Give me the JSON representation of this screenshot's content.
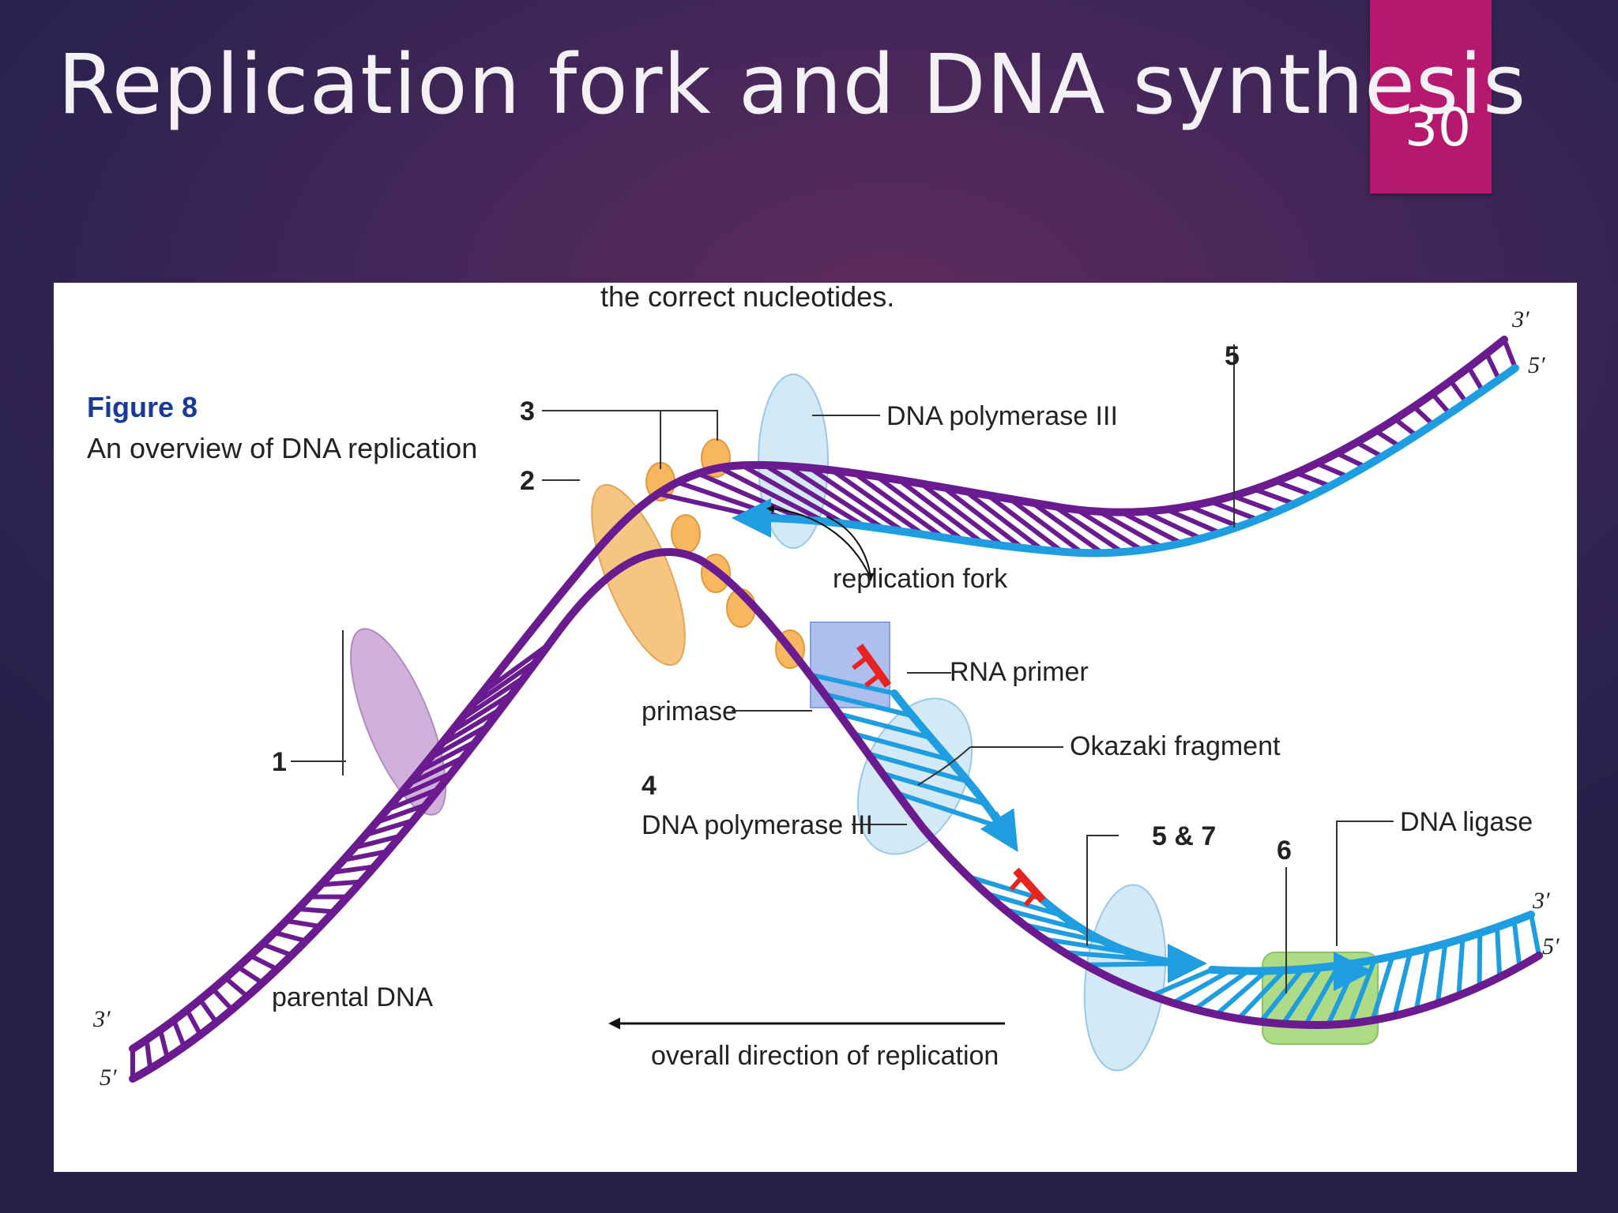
{
  "slide": {
    "title": "Replication fork and DNA synthesis",
    "page_number": "30"
  },
  "figure": {
    "top_text": "the correct nucleotides.",
    "figure_label": "Figure 8",
    "caption": "An overview of DNA replication",
    "labels": {
      "dna_polymerase_top": "DNA polymerase III",
      "replication_fork": "replication fork",
      "rna_primer": "RNA primer",
      "primase": "primase",
      "okazaki_fragment": "Okazaki fragment",
      "dna_polymerase_bottom": "DNA polymerase III",
      "dna_ligase": "DNA ligase",
      "parental_dna": "parental DNA",
      "overall_direction": "overall direction of replication"
    },
    "numbers": {
      "n1": "1",
      "n2": "2",
      "n3": "3",
      "n4": "4",
      "n5_top": "5",
      "n5_and_7": "5 & 7",
      "n6": "6"
    },
    "ends": {
      "left_3": "3′",
      "left_5": "5′",
      "top_right_3": "3′",
      "top_right_5": "5′",
      "bottom_right_3": "3′",
      "bottom_right_5": "5′"
    },
    "colors": {
      "parental_strand": "#6a1b8f",
      "new_strand": "#1e9ee0",
      "rna_primer": "#e8231f",
      "helicase": "#f6c27c",
      "binding_proteins": "#f8b65f",
      "polymerase": "#cfe7f6",
      "primase": "#9eb5ec",
      "ligase": "#a5d87a",
      "topoisomerase": "#c9a3d6"
    }
  }
}
